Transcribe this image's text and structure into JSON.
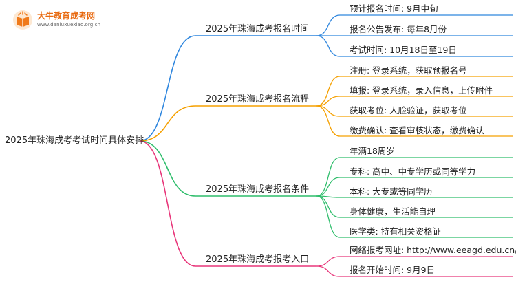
{
  "logo": {
    "name": "大牛教育成考网",
    "url": "www.daniuxuexiao.org.cn"
  },
  "root": {
    "label": "2025年珠海成考考试时间具体安排"
  },
  "branches": [
    {
      "label": "2025年珠海成考报名时间",
      "color": "#2e86de",
      "items": [
        "预计报名时间: 9月中旬",
        "报名公告发布: 每年8月份",
        "考试时间: 10月18日至19日"
      ]
    },
    {
      "label": "2025年珠海成考报名流程",
      "color": "#f5a000",
      "items": [
        "注册: 登录系统，获取预报名号",
        "填报: 登录系统，录入信息，上传附件",
        "获取考位: 人脸验证，获取考位",
        "缴费确认: 查看审核状态，缴费确认"
      ]
    },
    {
      "label": "2025年珠海成考报名条件",
      "color": "#2ebd6b",
      "items": [
        "年满18周岁",
        "专科: 高中、中专学历或同等学力",
        "本科: 大专或等同学历",
        "身体健康，生活能自理",
        "医学类: 持有相关资格证"
      ]
    },
    {
      "label": "2025年珠海成考报考入口",
      "color": "#e8367a",
      "items": [
        "网络报考网址: http://www.eeagd.edu.cn/cr",
        "报名开始时间: 9月9日"
      ]
    }
  ]
}
